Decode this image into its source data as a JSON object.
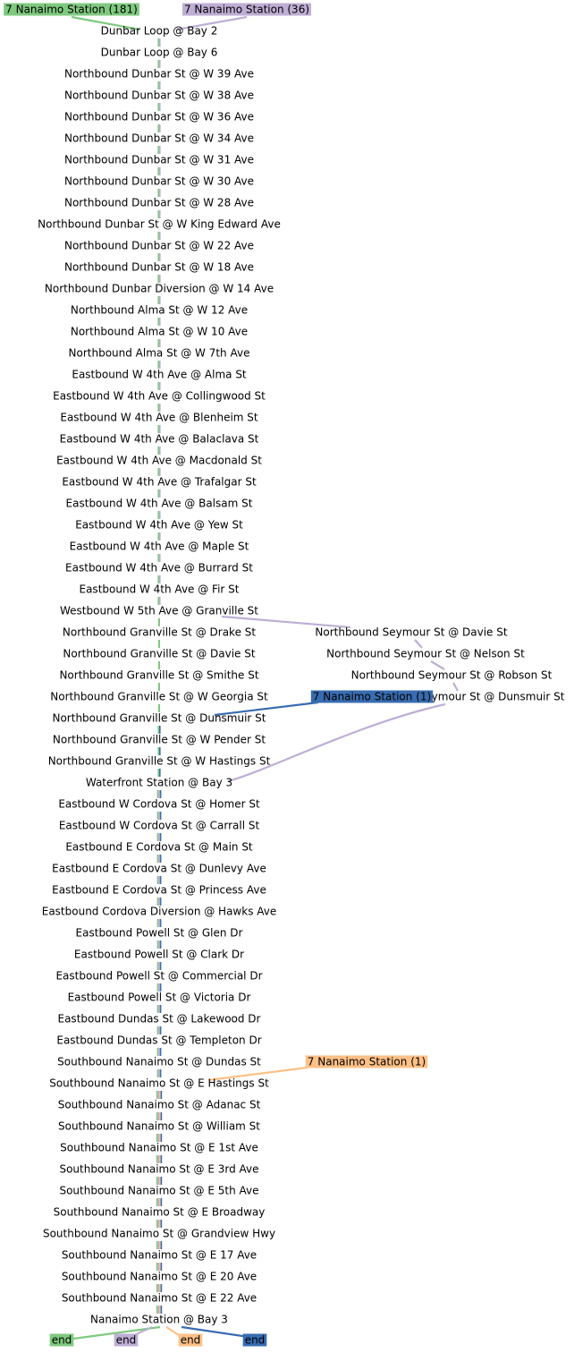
{
  "colors": {
    "green": "#7fc97f",
    "purple": "#beaed4",
    "orange": "#fdc086",
    "blue": "#386cb0",
    "text": "#000000"
  },
  "routes": [
    {
      "id": "green",
      "label": "7 Nanaimo Station (181)",
      "end_label": "end",
      "color": "#7fc97f"
    },
    {
      "id": "purple",
      "label": "7 Nanaimo Station (36)",
      "end_label": "end",
      "color": "#beaed4"
    },
    {
      "id": "blue",
      "label": "7 Nanaimo Station (1)",
      "end_label": "end",
      "color": "#386cb0"
    },
    {
      "id": "orange",
      "label": "7 Nanaimo Station (1)",
      "end_label": "end",
      "color": "#fdc086"
    }
  ],
  "main_stops": [
    "Dunbar Loop @ Bay 2",
    "Dunbar Loop @ Bay 6",
    "Northbound Dunbar St @ W 39 Ave",
    "Northbound Dunbar St @ W 38 Ave",
    "Northbound Dunbar St @ W 36 Ave",
    "Northbound Dunbar St @ W 34 Ave",
    "Northbound Dunbar St @ W 31 Ave",
    "Northbound Dunbar St @ W 30 Ave",
    "Northbound Dunbar St @ W 28 Ave",
    "Northbound Dunbar St @ W King Edward Ave",
    "Northbound Dunbar St @ W 22 Ave",
    "Northbound Dunbar St @ W 18 Ave",
    "Northbound Dunbar Diversion @ W 14 Ave",
    "Northbound Alma St @ W 12 Ave",
    "Northbound Alma St @ W 10 Ave",
    "Northbound Alma St @ W 7th Ave",
    "Eastbound W 4th Ave @ Alma St",
    "Eastbound W 4th Ave @ Collingwood St",
    "Eastbound W 4th Ave @ Blenheim St",
    "Eastbound W 4th Ave @ Balaclava St",
    "Eastbound W 4th Ave @ Macdonald St",
    "Eastbound W 4th Ave @ Trafalgar St",
    "Eastbound W 4th Ave @ Balsam St",
    "Eastbound W 4th Ave @ Yew St",
    "Eastbound W 4th Ave @ Maple St",
    "Eastbound W 4th Ave @ Burrard St",
    "Eastbound W 4th Ave @ Fir St",
    "Westbound W 5th Ave @ Granville St",
    "Northbound Granville St @ Drake St",
    "Northbound Granville St @ Davie St",
    "Northbound Granville St @ Smithe St",
    "Northbound Granville St @ W Georgia St",
    "Northbound Granville St @ Dunsmuir St",
    "Northbound Granville St @ W Pender St",
    "Northbound Granville St @ W Hastings St",
    "Waterfront Station @ Bay 3",
    "Eastbound W Cordova St @ Homer St",
    "Eastbound W Cordova St @ Carrall St",
    "Eastbound E Cordova St @ Main St",
    "Eastbound E Cordova St @ Dunlevy Ave",
    "Eastbound E Cordova St @ Princess Ave",
    "Eastbound Cordova Diversion @ Hawks Ave",
    "Eastbound Powell St @ Glen Dr",
    "Eastbound Powell St @ Clark Dr",
    "Eastbound Powell St @ Commercial Dr",
    "Eastbound Powell St @ Victoria Dr",
    "Eastbound Dundas St @ Lakewood Dr",
    "Eastbound Dundas St @ Templeton Dr",
    "Southbound Nanaimo St @ Dundas St",
    "Southbound Nanaimo St @ E Hastings St",
    "Southbound Nanaimo St @ Adanac St",
    "Southbound Nanaimo St @ William St",
    "Southbound Nanaimo St @ E 1st Ave",
    "Southbound Nanaimo St @ E 3rd Ave",
    "Southbound Nanaimo St @ E 5th Ave",
    "Southbound Nanaimo St @ E Broadway",
    "Southbound Nanaimo St @ Grandview Hwy",
    "Southbound Nanaimo St @ E 17 Ave",
    "Southbound Nanaimo St @ E 20 Ave",
    "Southbound Nanaimo St @ E 22 Ave",
    "Nanaimo Station @ Bay 3"
  ],
  "branch_stops": [
    "Northbound Seymour St @ Davie St",
    "Northbound Seymour St @ Nelson St",
    "Northbound Seymour St @ Robson St",
    "Northbound Seymour St @ Dunsmuir St"
  ]
}
